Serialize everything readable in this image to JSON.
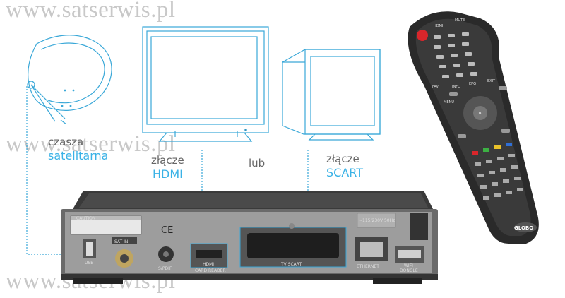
{
  "watermark": "www.satserwis.pl",
  "labels": {
    "dish_line1": "czasza",
    "dish_line2": "satelitarna",
    "hdmi_line1": "złącze",
    "hdmi_line2": "HDMI",
    "or": "lub",
    "scart_line1": "złącze",
    "scart_line2": "SCART"
  },
  "receiver_panel": {
    "caution_title": "CAUTION",
    "usb": "USB",
    "sat_in": "SAT IN",
    "spdif": "S/PDIF",
    "hdmi": "HDMI",
    "card_reader": "CARD READER",
    "tv_scart": "TV SCART",
    "power": "~115/230V 50Hz",
    "ethernet": "ETHERNET",
    "wifi_dongle_1": "WIFI",
    "wifi_dongle_2": "DONGLE",
    "ce_mark": "CE"
  },
  "remote": {
    "brand": "GLOBO",
    "hdmi_key": "HDMI",
    "mute_key": "MUTE",
    "ok_key": "OK",
    "fav_key": "FAV",
    "info_key": "INFO",
    "epg_key": "EPG",
    "exit_key": "EXIT",
    "menu_key": "MENU"
  },
  "colors": {
    "line_art": "#3aa8d8",
    "label_blue": "#3ab2e6",
    "label_grey": "#666666",
    "watermark": "#c8c8c8",
    "remote_body": "#2a2a2a",
    "power_button": "#d9262b"
  }
}
